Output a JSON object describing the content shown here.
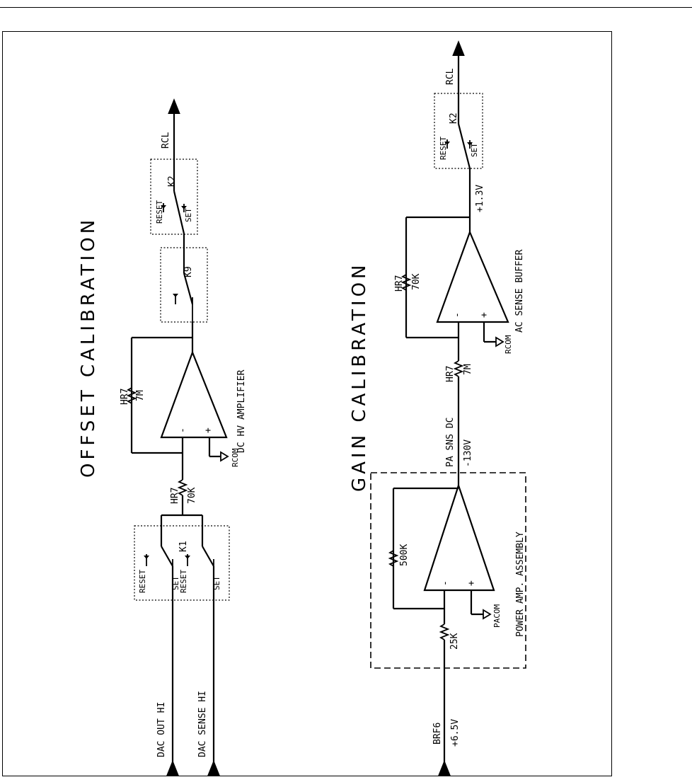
{
  "offset": {
    "title": "OFFSET CALIBRATION",
    "inputs": {
      "dac_out": "DAC OUT HI",
      "dac_sense": "DAC SENSE HI"
    },
    "k1": {
      "name": "K1",
      "reset": "RESET",
      "set": "SET"
    },
    "input_resistor": {
      "name": "HR7",
      "value": "70K"
    },
    "amplifier": {
      "label": "DC HV AMPLIFIER",
      "minus": "-",
      "plus": "+",
      "ground": "RCOM"
    },
    "feedback_resistor": {
      "name": "HR7",
      "value": "7M"
    },
    "k9": {
      "name": "K9"
    },
    "k2": {
      "name": "K2",
      "reset": "RESET",
      "set": "SET"
    },
    "output": "RCL"
  },
  "gain": {
    "title": "GAIN CALIBRATION",
    "input": {
      "name": "BRF6",
      "voltage": "+6.5V"
    },
    "input_resistor": {
      "value": "25K"
    },
    "feedback_resistor": {
      "value": "500K"
    },
    "amplifier": {
      "label": "POWER AMP. ASSEMBLY",
      "minus": "-",
      "plus": "+",
      "ground": "PACOM"
    },
    "node": {
      "label": "PA SNS DC",
      "voltage": "-130V"
    },
    "series_resistor": {
      "name": "HR7",
      "value": "7M"
    },
    "buffer": {
      "label": "AC SENSE BUFFER",
      "minus": "-",
      "plus": "+",
      "ground": "RCOM"
    },
    "buffer_feedback": {
      "name": "HR7",
      "value": "70K"
    },
    "buffer_output_voltage": "+1.3V",
    "k2": {
      "name": "K2",
      "reset": "RESET",
      "set": "SET"
    },
    "output": "RCL"
  }
}
